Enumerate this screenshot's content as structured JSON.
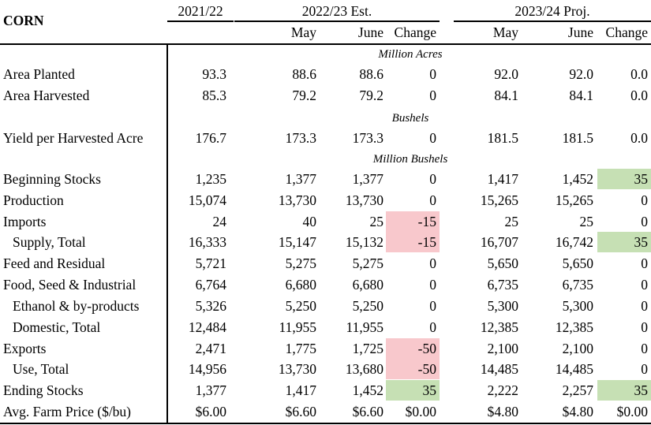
{
  "table": {
    "title": "CORN",
    "years": [
      {
        "label": "2021/22"
      },
      {
        "label": "2022/23 Est."
      },
      {
        "label": "2023/24 Proj."
      }
    ],
    "subheaders": [
      "May",
      "June",
      "Change",
      "May",
      "June",
      "Change"
    ],
    "units": {
      "acres": "Million Acres",
      "bushels": "Bushels",
      "million_bushels": "Million Bushels"
    },
    "colors": {
      "increase": "#c6e0b4",
      "decrease": "#f8c8cc"
    },
    "rows": [
      {
        "label": "Area Planted",
        "indent": 0,
        "values": [
          "93.3",
          "88.6",
          "88.6",
          "0",
          "92.0",
          "92.0",
          "0.0"
        ],
        "hl": [
          null,
          null,
          null,
          null,
          null,
          null,
          null
        ]
      },
      {
        "label": "Area Harvested",
        "indent": 0,
        "values": [
          "85.3",
          "79.2",
          "79.2",
          "0",
          "84.1",
          "84.1",
          "0.0"
        ],
        "hl": [
          null,
          null,
          null,
          null,
          null,
          null,
          null
        ]
      },
      {
        "label": "Yield per Harvested Acre",
        "indent": 0,
        "values": [
          "176.7",
          "173.3",
          "173.3",
          "0",
          "181.5",
          "181.5",
          "0.0"
        ],
        "hl": [
          null,
          null,
          null,
          null,
          null,
          null,
          null
        ]
      },
      {
        "label": "Beginning Stocks",
        "indent": 0,
        "values": [
          "1,235",
          "1,377",
          "1,377",
          "0",
          "1,417",
          "1,452",
          "35"
        ],
        "hl": [
          null,
          null,
          null,
          null,
          null,
          null,
          "increase"
        ]
      },
      {
        "label": "Production",
        "indent": 0,
        "values": [
          "15,074",
          "13,730",
          "13,730",
          "0",
          "15,265",
          "15,265",
          "0"
        ],
        "hl": [
          null,
          null,
          null,
          null,
          null,
          null,
          null
        ]
      },
      {
        "label": "Imports",
        "indent": 0,
        "values": [
          "24",
          "40",
          "25",
          "-15",
          "25",
          "25",
          "0"
        ],
        "hl": [
          null,
          null,
          null,
          "decrease",
          null,
          null,
          null
        ]
      },
      {
        "label": "Supply, Total",
        "indent": 1,
        "values": [
          "16,333",
          "15,147",
          "15,132",
          "-15",
          "16,707",
          "16,742",
          "35"
        ],
        "hl": [
          null,
          null,
          null,
          "decrease",
          null,
          null,
          "increase"
        ]
      },
      {
        "label": "Feed and Residual",
        "indent": 0,
        "values": [
          "5,721",
          "5,275",
          "5,275",
          "0",
          "5,650",
          "5,650",
          "0"
        ],
        "hl": [
          null,
          null,
          null,
          null,
          null,
          null,
          null
        ]
      },
      {
        "label": "Food, Seed & Industrial",
        "indent": 0,
        "values": [
          "6,764",
          "6,680",
          "6,680",
          "0",
          "6,735",
          "6,735",
          "0"
        ],
        "hl": [
          null,
          null,
          null,
          null,
          null,
          null,
          null
        ]
      },
      {
        "label": "Ethanol & by-products",
        "indent": 1,
        "values": [
          "5,326",
          "5,250",
          "5,250",
          "0",
          "5,300",
          "5,300",
          "0"
        ],
        "hl": [
          null,
          null,
          null,
          null,
          null,
          null,
          null
        ]
      },
      {
        "label": "Domestic, Total",
        "indent": 1,
        "values": [
          "12,484",
          "11,955",
          "11,955",
          "0",
          "12,385",
          "12,385",
          "0"
        ],
        "hl": [
          null,
          null,
          null,
          null,
          null,
          null,
          null
        ]
      },
      {
        "label": "Exports",
        "indent": 0,
        "values": [
          "2,471",
          "1,775",
          "1,725",
          "-50",
          "2,100",
          "2,100",
          "0"
        ],
        "hl": [
          null,
          null,
          null,
          "decrease",
          null,
          null,
          null
        ]
      },
      {
        "label": "Use, Total",
        "indent": 1,
        "values": [
          "14,956",
          "13,730",
          "13,680",
          "-50",
          "14,485",
          "14,485",
          "0"
        ],
        "hl": [
          null,
          null,
          null,
          "decrease",
          null,
          null,
          null
        ]
      },
      {
        "label": "Ending Stocks",
        "indent": 0,
        "values": [
          "1,377",
          "1,417",
          "1,452",
          "35",
          "2,222",
          "2,257",
          "35"
        ],
        "hl": [
          null,
          null,
          null,
          "increase",
          null,
          null,
          "increase"
        ]
      },
      {
        "label": "Avg. Farm Price ($/bu)",
        "indent": 0,
        "values": [
          "$6.00",
          "$6.60",
          "$6.60",
          "$0.00",
          "$4.80",
          "$4.80",
          "$0.00"
        ],
        "hl": [
          null,
          null,
          null,
          null,
          null,
          null,
          null
        ]
      }
    ]
  }
}
